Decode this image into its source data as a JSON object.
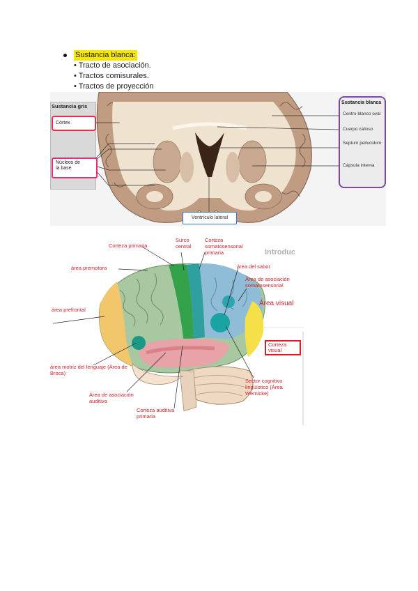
{
  "list": {
    "heading": "Sustancia blanca:",
    "items": [
      "• Tracto de asociación.",
      "• Tractos comisurales.",
      "• Tractos de proyección"
    ]
  },
  "figure_coronal": {
    "gray_panel_title": "Sustancia gris",
    "corteza_label": "Córtex",
    "nucleos_label_line1": "Núcleos de",
    "nucleos_label_line2": "la base",
    "white_panel_title": "Sustancia blanca",
    "white_labels": [
      "Centro blanco oval",
      "Cuerpo calloso",
      "Septum pellucidum",
      "Cápsula interna"
    ],
    "ventricle_label": "Ventrículo lateral"
  },
  "figure_lateral": {
    "header_text": "Introduc",
    "labels": {
      "corteza_primaria": "Corteza primaria",
      "surco_central": "Surco central",
      "somatosensorial": "Corteza somatosensorial primaria",
      "premotora": "área premotora",
      "sabor": "área del sabor",
      "asociacion_soma": "Área de asociación somatosensorial",
      "area_visual": "Área visual",
      "prefrontal": "área prefrontal",
      "corteza_visual": "Corteza visual",
      "broca": "área motriz del lenguaje (Área de Broca)",
      "wernicke": "Sector cognitivo lingüístico (Área Wernicke)",
      "asociacion_auditiva": "Área de asociación auditiva",
      "auditiva_primaria": "Corteza auditiva primaria"
    }
  },
  "colors": {
    "highlight": "#f7e600",
    "label_red": "#d2202a",
    "frontal_green": "#a7c8a0",
    "motor_green": "#34a14b",
    "parietal_blue": "#8fbcd6",
    "prefrontal_yellow": "#f2c66a",
    "visual_yellow": "#f5e04a",
    "temporal_pink": "#e7a3a8",
    "teal": "#1aa3a3"
  }
}
